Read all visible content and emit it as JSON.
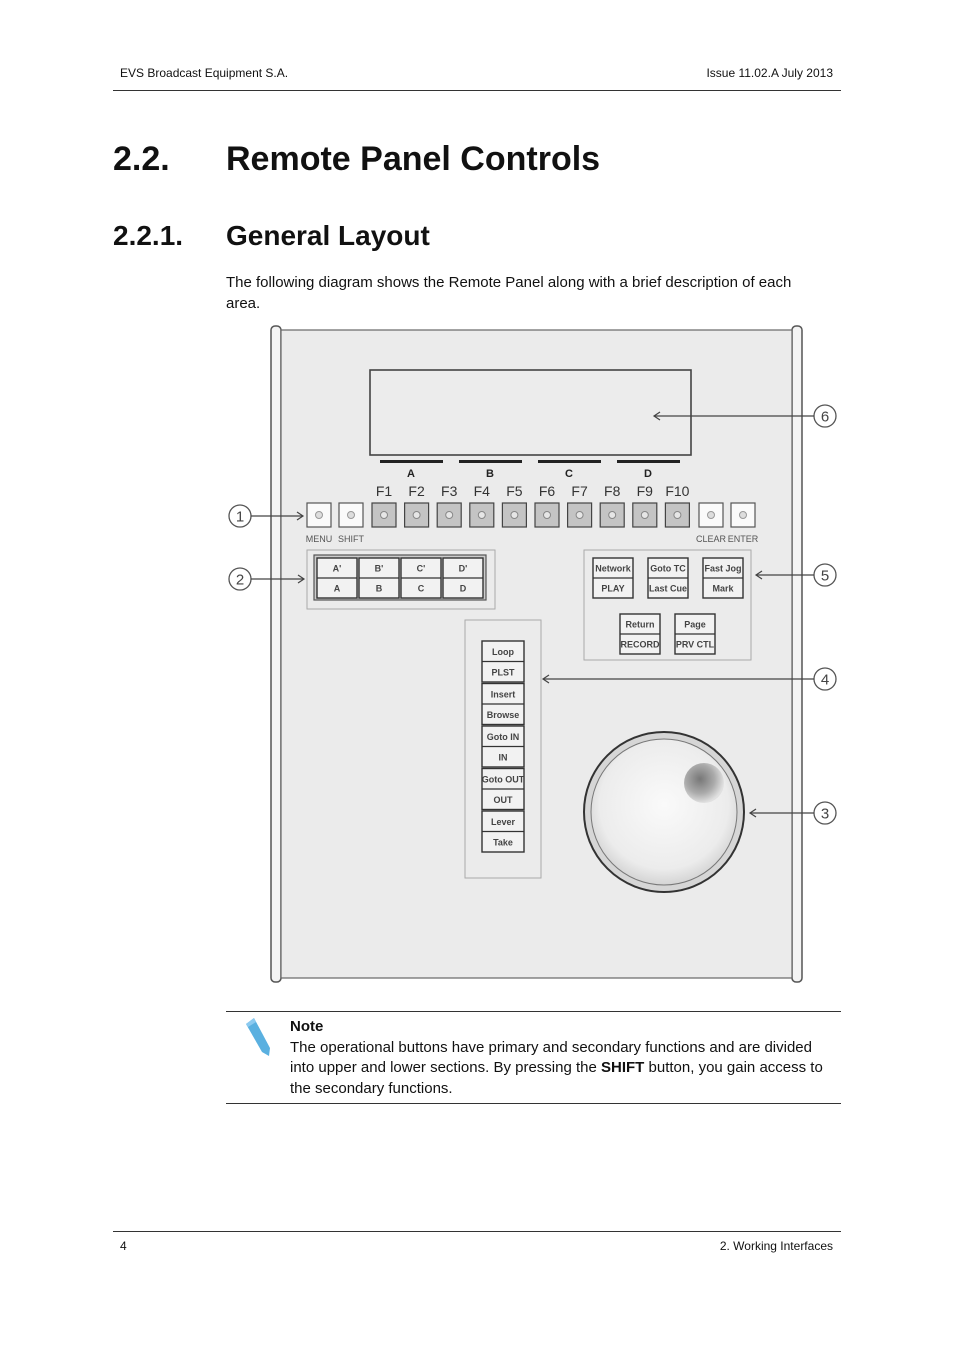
{
  "header": {
    "left": "EVS Broadcast Equipment S.A.",
    "right": "Issue 11.02.A  July 2013"
  },
  "section": {
    "number": "2.2.",
    "title": "Remote Panel Controls"
  },
  "subsection": {
    "number": "2.2.1.",
    "title": "General Layout"
  },
  "intro": "The following diagram shows the Remote Panel along with a brief description of each area.",
  "diagram": {
    "page_labels": [
      "A",
      "B",
      "C",
      "D"
    ],
    "fkeys": [
      "F1",
      "F2",
      "F3",
      "F4",
      "F5",
      "F6",
      "F7",
      "F8",
      "F9",
      "F10"
    ],
    "left_keys": [
      "MENU",
      "SHIFT"
    ],
    "right_keys": [
      "CLEAR",
      "ENTER"
    ],
    "letter_buttons": [
      {
        "top": "A'",
        "bottom": "A"
      },
      {
        "top": "B'",
        "bottom": "B"
      },
      {
        "top": "C'",
        "bottom": "C"
      },
      {
        "top": "D'",
        "bottom": "D"
      }
    ],
    "mode_buttons": [
      {
        "top": "Network",
        "bottom": "PLAY"
      },
      {
        "top": "Goto TC",
        "bottom": "Last Cue"
      },
      {
        "top": "Fast Jog",
        "bottom": "Mark"
      },
      {
        "top": "Return",
        "bottom": "RECORD"
      },
      {
        "top": "Page",
        "bottom": "PRV CTL"
      }
    ],
    "op_buttons": [
      {
        "top": "Loop",
        "bottom": "PLST"
      },
      {
        "top": "Insert",
        "bottom": "Browse"
      },
      {
        "top": "Goto IN",
        "bottom": "IN"
      },
      {
        "top": "Goto OUT",
        "bottom": "OUT"
      },
      {
        "top": "Lever",
        "bottom": "Take"
      }
    ],
    "callouts": [
      "1",
      "2",
      "3",
      "4",
      "5",
      "6"
    ]
  },
  "note": {
    "title": "Note",
    "text_before": "The operational buttons have primary and secondary functions and are divided into upper and lower sections. By pressing the ",
    "bold": "SHIFT",
    "text_after": " button, you gain access to the secondary functions."
  },
  "footer": {
    "page": "4",
    "chapter": "2. Working Interfaces"
  },
  "colors": {
    "accent_icon": "#5ab0e0",
    "panel_bg": "#ebebeb"
  }
}
